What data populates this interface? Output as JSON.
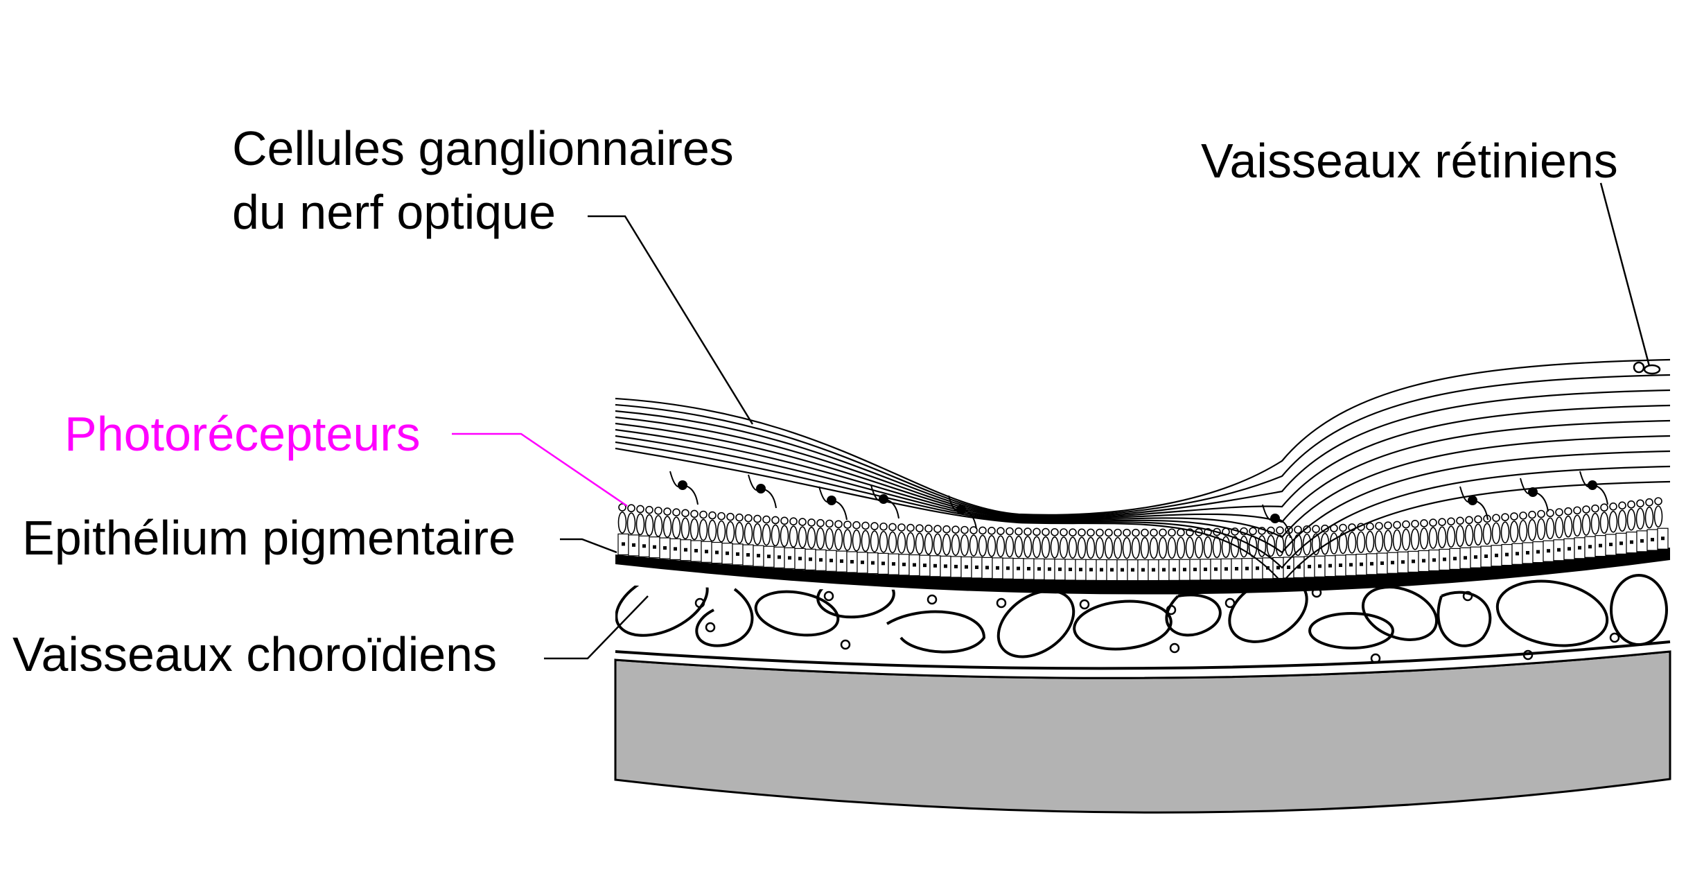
{
  "labels": {
    "ganglion_line1": "Cellules ganglionnaires",
    "ganglion_line2": "du nerf optique",
    "retinal_vessels": "Vaisseaux rétiniens",
    "photoreceptors": "Photorécepteurs",
    "pigment_epithelium": "Epithélium pigmentaire",
    "choroid_vessels": "Vaisseaux choroïdiens"
  },
  "colors": {
    "text": "#000000",
    "photoreceptor_highlight": "#ff00ff",
    "sclera": "#b3b3b3",
    "background": "#ffffff"
  }
}
